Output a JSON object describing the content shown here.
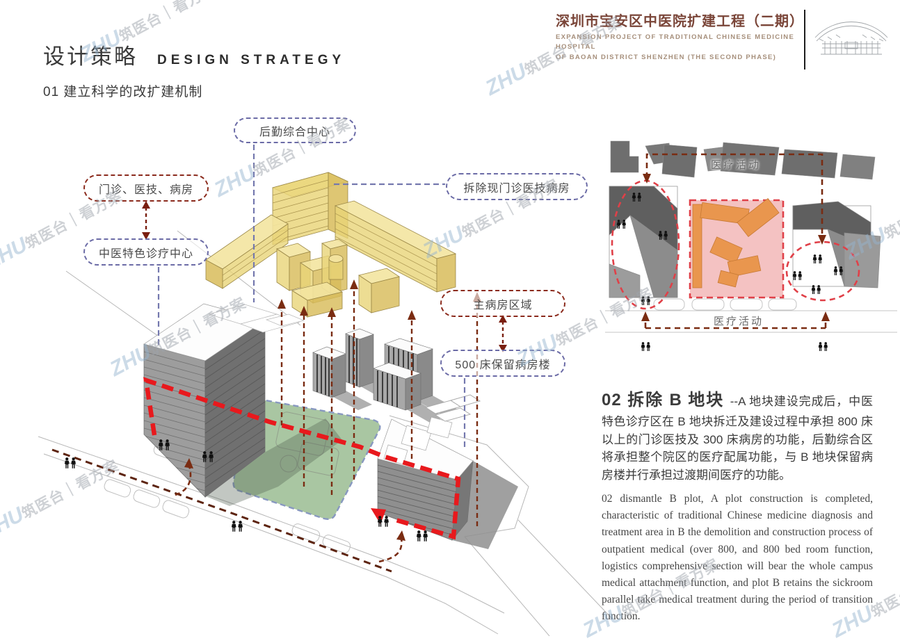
{
  "header": {
    "title_cn": "深圳市宝安区中医院扩建工程（二期）",
    "subtitle_en_1": "EXPANSION PROJECT OF TRADITIONAL CHINESE MEDICINE HOSPITAL",
    "subtitle_en_2": "OF BAOAN DISTRICT SHENZHEN (THE SECOND PHASE)"
  },
  "section": {
    "title_cn": "设计策略",
    "title_en": "DESIGN STRATEGY",
    "item_01": "01 建立科学的改扩建机制"
  },
  "diagram_labels": {
    "logistics": "后勤综合中心",
    "outpatient": "门诊、医技、病房",
    "tcm_center": "中医特色诊疗中心",
    "demolish": "拆除现门诊医技病房",
    "main_ward": "主病房区域",
    "retained_ward": "500 床保留病房楼"
  },
  "site_plan": {
    "activity_top": "医疗活动",
    "activity_bottom": "医疗活动"
  },
  "block_02": {
    "heading_cn": "02 拆除 B 地块 ",
    "body_cn": "--A 地块建设完成后，中医特色诊疗区在 B 地块拆迁及建设过程中承担 800 床以上的门诊医技及 300 床病房的功能，后勤综合区将承担整个院区的医疗配属功能，与 B 地块保留病房楼并行承担过渡期间医疗的功能。",
    "body_en": "02 dismantle B plot, A plot construction is completed, characteristic of traditional Chinese medicine diagnosis and treatment area in B the demolition and construction process of outpatient medical (over 800, and 800 bed room function, logistics comprehensive section will bear the whole campus medical attachment function, and plot B retains the sickroom parallel take medical treatment during the period of transition function."
  },
  "watermark": {
    "latin": "ZHU",
    "cn": "筑医台｜看方案"
  },
  "colors": {
    "title_brown": "#7a4538",
    "subtitle_tan": "#a68f7b",
    "callout_blue": "#6b6ba6",
    "callout_red": "#8b2a1c",
    "bold_red_dash": "#e8191d",
    "arrow_brown": "#7a2c12",
    "building_yellow": "#e9d478",
    "site_green": "#a9c6a2",
    "plot_pink": "#f2b9b9",
    "building_orange": "#e9964e"
  }
}
